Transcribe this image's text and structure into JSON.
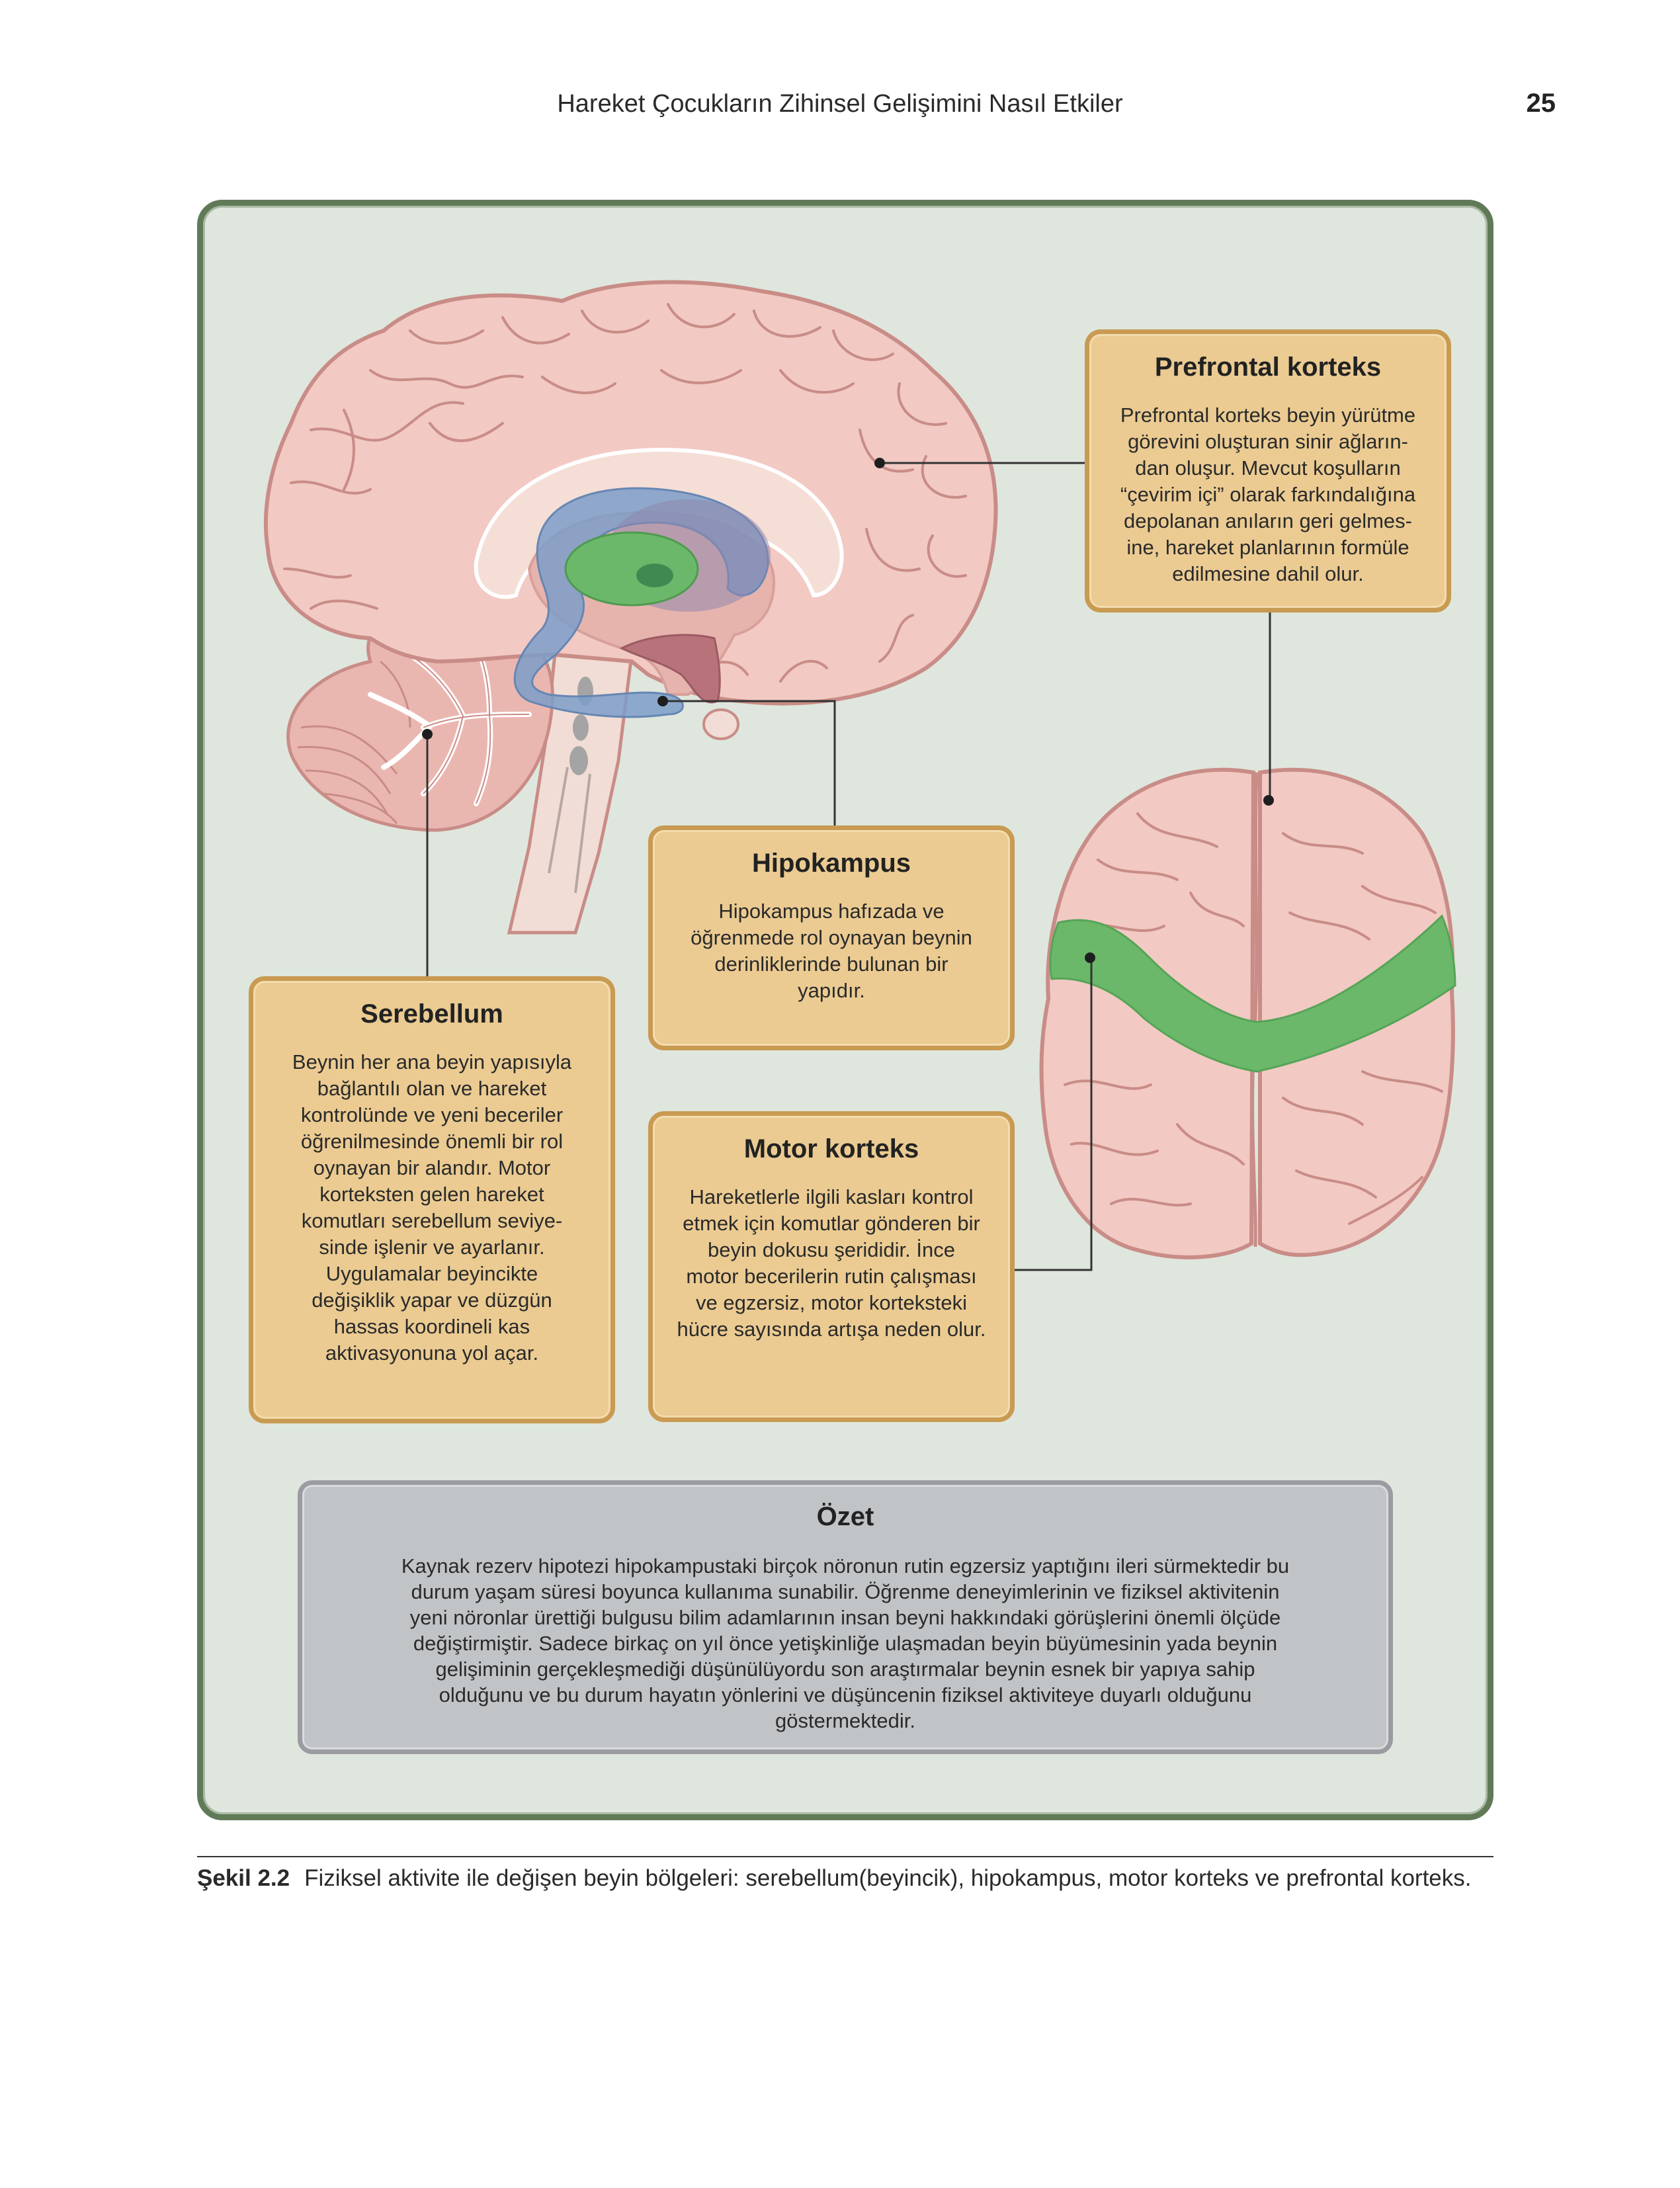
{
  "header": {
    "running_title": "Hareket Çocukların Zihinsel Gelişimini Nasıl Etkiler",
    "page_number": "25"
  },
  "callouts": {
    "prefrontal": {
      "title": "Prefrontal korteks",
      "lines": [
        "Prefrontal korteks beyin yürütme",
        "görevini oluşturan sinir ağların-",
        "dan oluşur. Mevcut koşulların",
        "“çevirim içi” olarak farkındalığına",
        "depolanan anıların geri gelmes-",
        "ine, hareket planlarının formüle",
        "edilmesine dahil olur."
      ]
    },
    "hipokampus": {
      "title": "Hipokampus",
      "lines": [
        "Hipokampus hafızada ve",
        "öğrenmede rol oynayan beynin",
        "derinliklerinde bulunan bir",
        "yapıdır."
      ]
    },
    "serebellum": {
      "title": "Serebellum",
      "lines": [
        "Beynin her ana beyin yapısıyla",
        "bağlantılı olan ve hareket",
        "kontrolünde ve yeni beceriler",
        "öğrenilmesinde önemli bir rol",
        "oynayan bir alandır. Motor",
        "korteksten gelen hareket",
        "komutları serebellum seviye-",
        "sinde işlenir ve ayarlanır.",
        "Uygulamalar beyincikte",
        "değişiklik yapar ve düzgün",
        "hassas koordineli kas",
        "aktivasyonuna yol açar."
      ]
    },
    "motor": {
      "title": "Motor korteks",
      "lines": [
        "Hareketlerle ilgili kasları kontrol",
        "etmek için komutlar gönderen bir",
        "beyin dokusu şerididir. İnce",
        "motor becerilerin rutin çalışması",
        "ve egzersiz, motor korteksteki",
        "hücre sayısında artışa neden olur."
      ]
    }
  },
  "summary": {
    "title": "Özet",
    "lines": [
      "Kaynak rezerv hipotezi hipokampustaki birçok nöronun rutin egzersiz yaptığını ileri sürmektedir bu",
      "durum yaşam süresi boyunca kullanıma sunabilir. Öğrenme deneyimlerinin ve fiziksel aktivitenin",
      "yeni nöronlar ürettiği bulgusu bilim adamlarının insan beyni hakkındaki görüşlerini önemli ölçüde",
      "değiştirmiştir. Sadece birkaç on yıl önce yetişkinliğe ulaşmadan beyin büyümesinin yada beynin",
      "gelişiminin gerçekleşmediği düşünülüyordu son araştırmalar beynin esnek bir yapıya sahip",
      "olduğunu ve bu durum hayatın yönlerini ve düşüncenin fiziksel aktiviteye duyarlı olduğunu",
      "göstermektedir."
    ]
  },
  "caption": {
    "label": "Şekil 2.2",
    "text": "Fiziksel aktivite ile değişen beyin bölgeleri: serebellum(beyincik), hipokampus, motor korteks ve prefrontal korteks."
  },
  "colors": {
    "frame_border": "#607a58",
    "frame_fill": "#dfe6dd",
    "callout_fill": "#ebcb92",
    "callout_border": "#c99a52",
    "summary_fill": "#c1c4c6",
    "brain_fill": "#f2c9c3",
    "brain_outline": "#c98c87",
    "hippocampus_blue": "#7d9ec9",
    "highlight_green": "#6bb86a"
  }
}
